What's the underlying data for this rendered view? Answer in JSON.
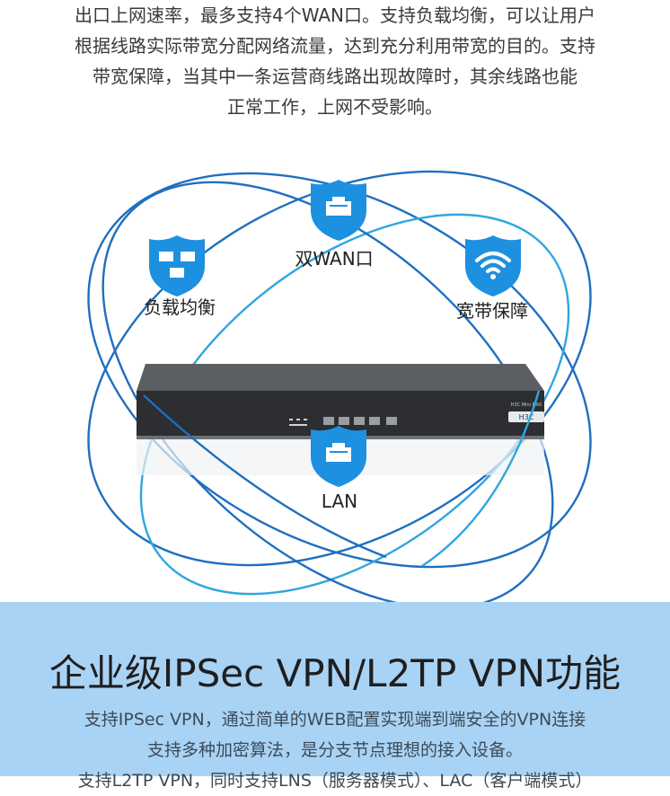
{
  "intro": {
    "lines": [
      "出口上网速率，最多支持4个WAN口。支持负载均衡，可以让用户",
      "根据线路实际带宽分配网络流量，达到充分利用带宽的目的。支持",
      "带宽保障，当其中一条运营商线路出现故障时，其余线路也能",
      "正常工作，上网不受影响。"
    ]
  },
  "diagram": {
    "features": [
      {
        "label": "双WAN口",
        "icon": "ethernet-port-icon"
      },
      {
        "label": "负载均衡",
        "icon": "multi-port-icon"
      },
      {
        "label": "宽带保障",
        "icon": "wifi-icon"
      },
      {
        "label": "LAN",
        "icon": "ethernet-port-icon"
      }
    ],
    "device": {
      "model_text": "H3C Mini M60",
      "brand": "H3C"
    },
    "colors": {
      "ring_dark": "#1f6fbf",
      "ring_light": "#2fa6e0",
      "shield": "#1e90e0",
      "device_body": "#4a4d52"
    }
  },
  "section": {
    "title": "企业级IPSec VPN/L2TP VPN功能",
    "desc_lines": [
      "支持IPSec VPN，通过简单的WEB配置实现端到端安全的VPN连接",
      "支持多种加密算法，是分支节点理想的接入设备。",
      "支持L2TP VPN，同时支持LNS（服务器模式）、LAC（客户端模式）"
    ],
    "background": "#a9d3f5"
  }
}
